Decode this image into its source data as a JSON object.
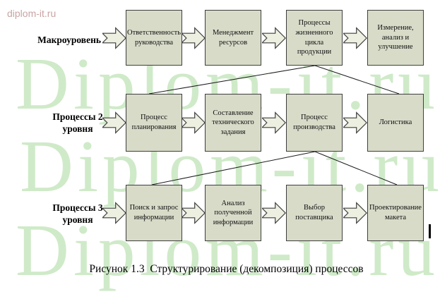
{
  "watermark": {
    "small_text": "diplom-it.ru",
    "large_text": "Diplom-it.ru"
  },
  "levels": [
    {
      "label": "Макроуровень",
      "boxes": [
        "Ответственность руководства",
        "Менеджмент ресурсов",
        "Процессы жизненного цикла продукции",
        "Измерение, анализ и улучшение"
      ]
    },
    {
      "label": "Процессы 2 уровня",
      "boxes": [
        "Процесс планирования",
        "Составление технического задания",
        "Процесс производства",
        "Логистика"
      ]
    },
    {
      "label": "Процессы 3 уровня",
      "boxes": [
        "Поиск и запрос информации",
        "Анализ полученной информации",
        "Выбор поставщика",
        "Проектирование макета"
      ]
    }
  ],
  "caption": "Рисунок 1.3  Структурирование (декомпозиция) процессов",
  "icons": {
    "arrow": "notched-right-arrow"
  },
  "colors": {
    "box_fill": "#d7dbc8",
    "box_border": "#3f3f3f",
    "arrow_fill": "#edefe0",
    "watermark_green": "#cfeac8",
    "watermark_small_pink": "#c9a4a2",
    "connector_line": "#1c1c1c"
  }
}
